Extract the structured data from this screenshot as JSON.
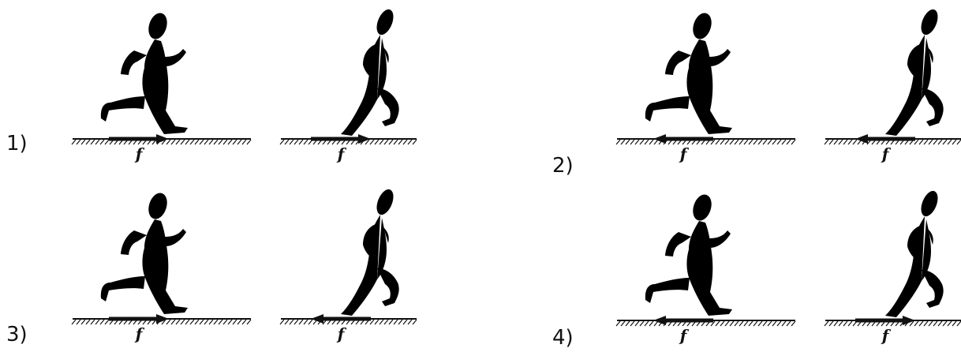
{
  "options": [
    {
      "label": "1)",
      "frames": [
        {
          "pose": "stride",
          "force_label": "f",
          "force_direction": "right"
        },
        {
          "pose": "push",
          "force_label": "f",
          "force_direction": "right"
        }
      ]
    },
    {
      "label": "2)",
      "frames": [
        {
          "pose": "stride",
          "force_label": "f",
          "force_direction": "left"
        },
        {
          "pose": "push",
          "force_label": "f",
          "force_direction": "left"
        }
      ]
    },
    {
      "label": "3)",
      "frames": [
        {
          "pose": "stride",
          "force_label": "f",
          "force_direction": "right"
        },
        {
          "pose": "push",
          "force_label": "f",
          "force_direction": "left"
        }
      ]
    },
    {
      "label": "4)",
      "frames": [
        {
          "pose": "stride",
          "force_label": "f",
          "force_direction": "left"
        },
        {
          "pose": "push",
          "force_label": "f",
          "force_direction": "right"
        }
      ]
    }
  ]
}
